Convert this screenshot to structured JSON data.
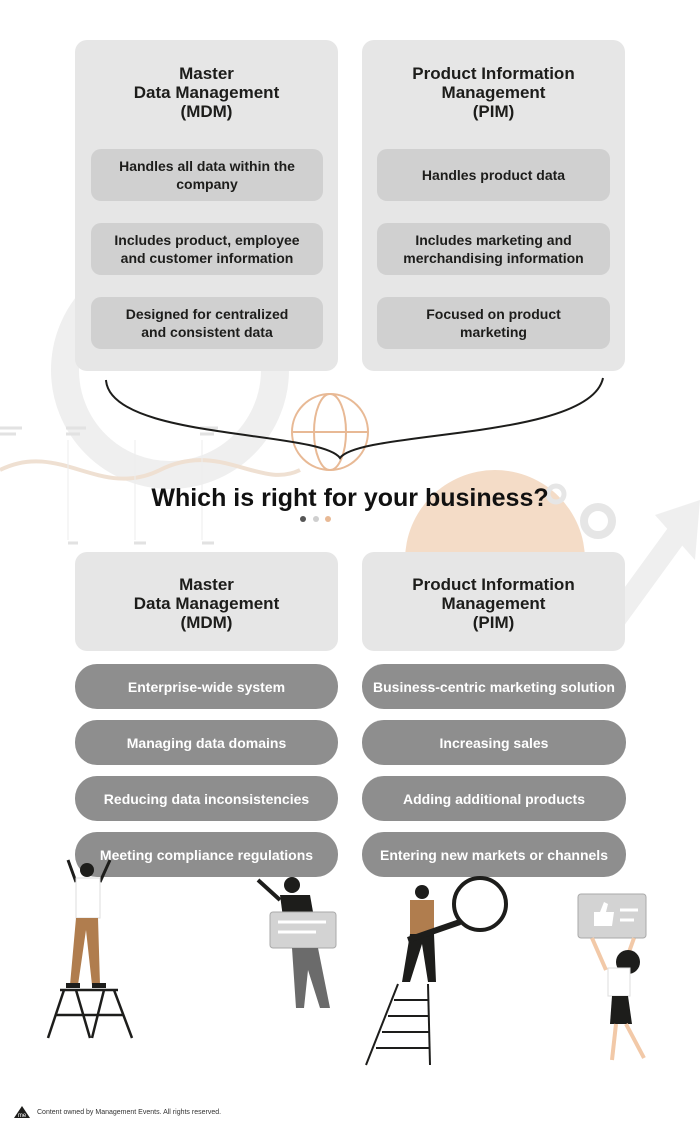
{
  "comparison": {
    "mdm": {
      "title_lines": [
        "Master",
        "Data Management",
        "(MDM)"
      ],
      "features": [
        {
          "lines": [
            "Handles all data within the",
            "company"
          ]
        },
        {
          "lines": [
            "Includes product, employee",
            "and customer information"
          ]
        },
        {
          "lines": [
            "Designed for centralized",
            "and consistent data"
          ]
        }
      ]
    },
    "pim": {
      "title_lines": [
        "Product Information",
        "Management",
        "(PIM)"
      ],
      "features": [
        {
          "lines": [
            "Handles product data"
          ]
        },
        {
          "lines": [
            "Includes marketing and",
            "merchandising information"
          ]
        },
        {
          "lines": [
            "Focused on product",
            "marketing"
          ]
        }
      ]
    }
  },
  "question": "Which is right for your business?",
  "decision": {
    "mdm": {
      "title_lines": [
        "Master",
        "Data Management",
        "(MDM)"
      ],
      "items": [
        "Enterprise-wide system",
        "Managing data domains",
        "Reducing data inconsistencies",
        "Meeting compliance regulations"
      ]
    },
    "pim": {
      "title_lines": [
        "Product Information",
        "Management",
        "(PIM)"
      ],
      "items": [
        "Business-centric marketing solution",
        "Increasing sales",
        "Adding additional products",
        "Entering new markets or channels"
      ]
    }
  },
  "footer": {
    "logo_text": "me",
    "text": "Content owned by Management Events. All rights reserved."
  },
  "colors": {
    "card": "#e6e6e6",
    "pill_light": "#d0d0d0",
    "pill_dark": "#8e8e8e",
    "accent": "#e8b995"
  }
}
